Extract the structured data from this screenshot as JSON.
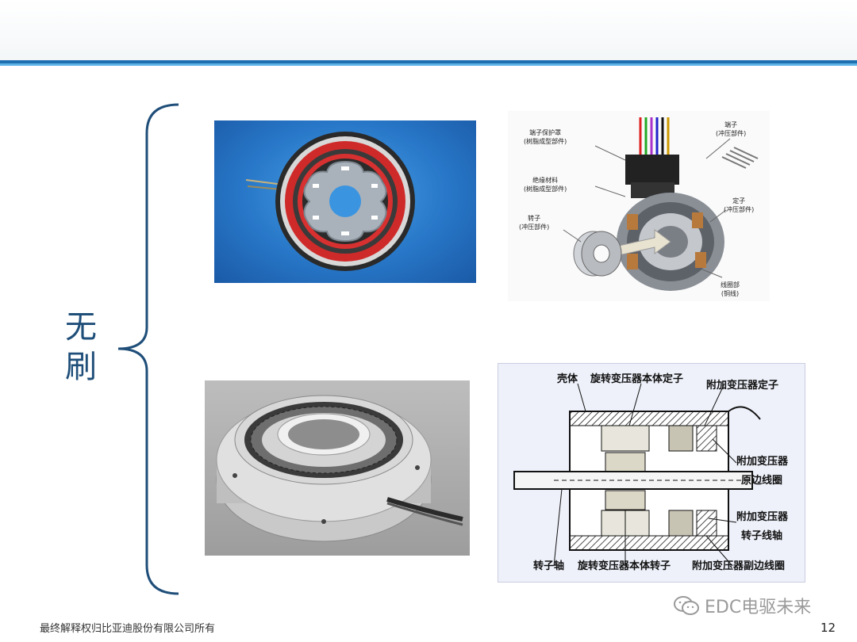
{
  "side_label": "无刷",
  "diagram_top_right": {
    "labels": {
      "terminal_cover": [
        "端子保护罩",
        "(树脂成型部件)"
      ],
      "insulation": [
        "绝缘材料",
        "(树脂成型部件)"
      ],
      "rotor": [
        "转子",
        "(冲压部件)"
      ],
      "terminal": [
        "端子",
        "(冲压部件)"
      ],
      "stator": [
        "定子",
        "(冲压部件)"
      ],
      "winding": [
        "线圈部",
        "(铜线)"
      ]
    }
  },
  "diagram_bottom_right": {
    "labels": {
      "housing": "壳体",
      "resolver_stator": "旋转变压器本体定子",
      "aux_stator": "附加变压器定子",
      "aux_primary_1": "附加变压器",
      "aux_primary_2": "原边线圈",
      "aux_rotor_1": "附加变压器",
      "aux_rotor_2": "转子线轴",
      "shaft": "转子轴",
      "resolver_rotor": "旋转变压器本体转子",
      "aux_secondary": "附加变压器副边线圈"
    }
  },
  "footer": {
    "copyright": "最终解释权归比亚迪股份有限公司所有",
    "page_number": "12"
  },
  "watermark": {
    "text": "EDC电驱未来",
    "icon": "wechat-icon"
  },
  "colors": {
    "header_rule": "#1d6fb0",
    "header_rule_light": "#5fb4e6",
    "label_text": "#1f4e79"
  }
}
